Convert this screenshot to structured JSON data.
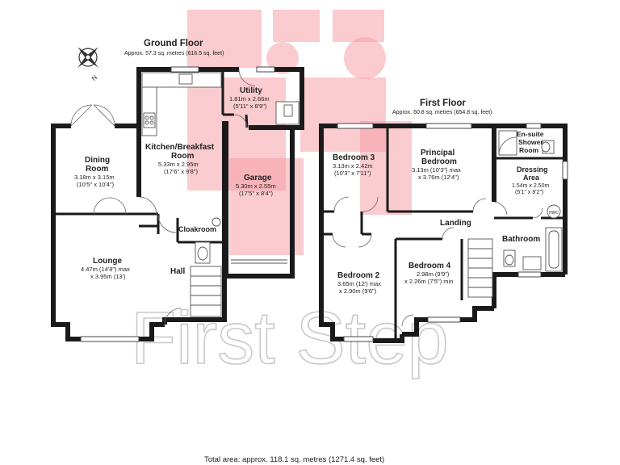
{
  "compass": {
    "label": "N"
  },
  "ground_floor": {
    "title": "Ground Floor",
    "area": "Approx. 57.3 sq. metres (616.5 sq. feet)",
    "rooms": {
      "utility": {
        "name": "Utility",
        "dim1": "1.81m x 2.66m",
        "dim2": "(5'11\" x 8'9\")"
      },
      "dining": {
        "name1": "Dining",
        "name2": "Room",
        "dim1": "3.18m x 3.15m",
        "dim2": "(10'5\" x 10'4\")"
      },
      "kitchen": {
        "name1": "Kitchen/Breakfast",
        "name2": "Room",
        "dim1": "5.33m x 2.95m",
        "dim2": "(17'6\" x 9'8\")"
      },
      "garage": {
        "name": "Garage",
        "dim1": "5.30m x 2.55m",
        "dim2": "(17'5\" x 8'4\")"
      },
      "cloakroom": {
        "name": "Cloakroom"
      },
      "lounge": {
        "name": "Lounge",
        "dim1": "4.47m (14'8\") max",
        "dim2": "x 3.95m (13')"
      },
      "hall": {
        "name": "Hall"
      }
    }
  },
  "first_floor": {
    "title": "First Floor",
    "area": "Approx. 60.8 sq. metres (654.8 sq. feet)",
    "rooms": {
      "bedroom3": {
        "name": "Bedroom 3",
        "dim1": "3.13m x 2.42m",
        "dim2": "(10'3\" x 7'11\")"
      },
      "principal": {
        "name1": "Principal",
        "name2": "Bedroom",
        "dim1": "3.13m (10'3\") max",
        "dim2": "x 3.76m (12'4\")"
      },
      "ensuite": {
        "name1": "En-suite",
        "name2": "Shower",
        "name3": "Room"
      },
      "dressing": {
        "name1": "Dressing",
        "name2": "Area",
        "dim1": "1.54m x 2.50m",
        "dim2": "(5'1\" x 8'2\")"
      },
      "hwc": {
        "name": "HWC"
      },
      "landing": {
        "name": "Landing"
      },
      "bathroom": {
        "name": "Bathroom"
      },
      "bedroom2": {
        "name": "Bedroom 2",
        "dim1": "3.65m (12') max",
        "dim2": "x 2.90m (9'6\")"
      },
      "bedroom4": {
        "name": "Bedroom 4",
        "dim1": "2.98m (9'9\")",
        "dim2": "x 2.26m (7'5\") min"
      }
    }
  },
  "watermark": {
    "text": "First Step"
  },
  "total_area": "Total area: approx. 118.1 sq. metres (1271.4 sq. feet)"
}
